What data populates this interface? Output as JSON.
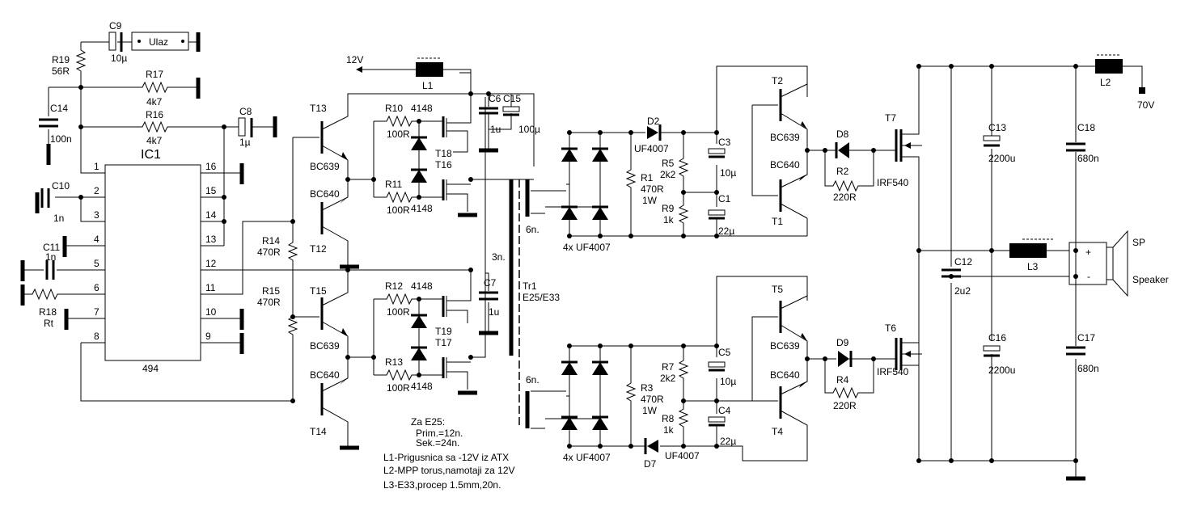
{
  "ic": {
    "ref": "IC1",
    "part": "494",
    "pins_left": [
      "1",
      "2",
      "3",
      "4",
      "5",
      "6",
      "7",
      "8"
    ],
    "pins_right": [
      "16",
      "15",
      "14",
      "13",
      "12",
      "11",
      "10",
      "9"
    ]
  },
  "input": {
    "label": "Ulaz"
  },
  "supply": {
    "v12": "12V",
    "v70": "70V"
  },
  "components": {
    "C9": "C9",
    "C9v": "10µ",
    "R19": "R19",
    "R19v": "56R",
    "R17": "R17",
    "R17v": "4k7",
    "R16": "R16",
    "R16v": "4k7",
    "C14": "C14",
    "C14v": "100n",
    "C8": "C8",
    "C8v": "1µ",
    "C10": "C10",
    "C10v": "1n",
    "C11": "C11",
    "C11v": "1n",
    "R18": "R18",
    "R18v": "Rt",
    "T13": "T13",
    "T12": "T12",
    "T15": "T15",
    "T14": "T14",
    "bc639": "BC639",
    "bc640": "BC640",
    "R14": "R14",
    "R14v": "470R",
    "R15": "R15",
    "R15v": "470R",
    "R10": "R10",
    "R11": "R11",
    "R12": "R12",
    "R13": "R13",
    "r100": "100R",
    "d4148": "4148",
    "T18": "T18",
    "T16": "T16",
    "T19": "T19",
    "T17": "T17",
    "L1": "L1",
    "C6": "C6",
    "C6v": "1u",
    "C15": "C15",
    "C15v": "100µ",
    "C7": "C7",
    "C7v": "1u",
    "n3": "3n.",
    "n6": "6n.",
    "Tr1": "Tr1",
    "Tr1v": "E25/E33",
    "bridge": "4x UF4007",
    "D2": "D2",
    "D7": "D7",
    "uf": "UF4007",
    "R1": "R1",
    "R3": "R3",
    "r470": "470R",
    "w1": "1W",
    "R5": "R5",
    "R7": "R7",
    "k2k2": "2k2",
    "R9": "R9",
    "R8": "R8",
    "k1": "1k",
    "C3": "C3",
    "C5": "C5",
    "u10": "10µ",
    "C1": "C1",
    "C4": "C4",
    "u22": "22µ",
    "T2": "T2",
    "T1": "T1",
    "T5": "T5",
    "T4": "T4",
    "D8": "D8",
    "D9": "D9",
    "R2": "R2",
    "R4": "R4",
    "r220": "220R",
    "T7": "T7",
    "T6": "T6",
    "irf": "IRF540",
    "L2": "L2",
    "L3": "L3",
    "C13": "C13",
    "C16": "C16",
    "u2200": "2200u",
    "C12": "C12",
    "C12v": "2u2",
    "C18": "C18",
    "C17": "C17",
    "n680": "680n",
    "SP": "SP",
    "speaker": "Speaker",
    "plus": "+",
    "minus": "-"
  },
  "notes": {
    "l1": "Za E25:",
    "l2": "Prim.=12n.",
    "l3": "Sek.=24n.",
    "l4": "L1-Prigusnica sa -12V iz ATX",
    "l5": "L2-MPP torus,namotaji za 12V",
    "l6": "L3-E33,procep 1.5mm,20n."
  }
}
